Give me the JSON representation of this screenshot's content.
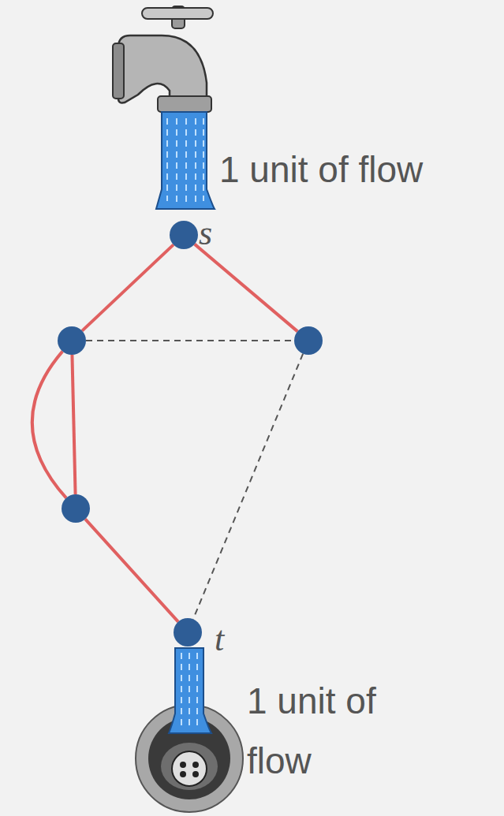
{
  "diagram": {
    "nodes": [
      {
        "text": [
          "s"
        ]
      },
      {
        "text": []
      },
      {
        "text": []
      },
      {
        "text": []
      },
      {
        "text": [
          "t"
        ]
      }
    ],
    "edges": [
      {
        "from": 0,
        "to": 1,
        "arrow": "none"
      },
      {
        "from": 0,
        "to": 2,
        "arrow": "none"
      },
      {
        "from": 1,
        "to": 2,
        "arrow": "none"
      },
      {
        "from": 1,
        "to": 3,
        "arrow": "none"
      },
      {
        "from": 1,
        "to": 3,
        "arrow": "none"
      },
      {
        "from": 3,
        "to": 4,
        "arrow": "none"
      },
      {
        "from": 2,
        "to": 4,
        "arrow": "none"
      }
    ],
    "labels": [
      "1 unit of flow",
      "1 unit of flow"
    ]
  }
}
